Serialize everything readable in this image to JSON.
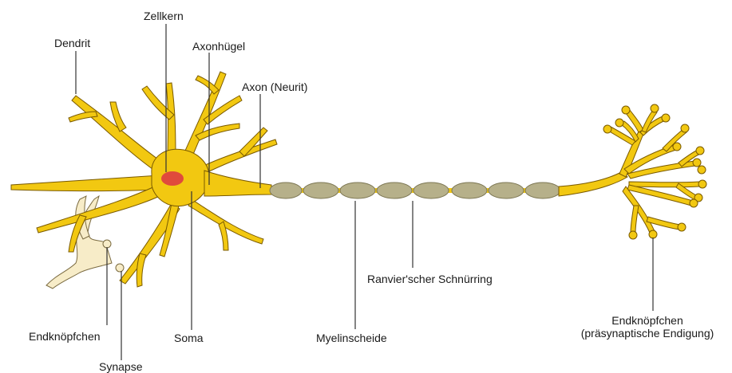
{
  "colors": {
    "neuron_fill": "#f2c811",
    "neuron_stroke": "#7a5a00",
    "nucleus": "#e04a3c",
    "myelin_fill": "#b6b08a",
    "myelin_stroke": "#7d7754",
    "leader_line": "#333333",
    "other_cell_fill": "#f7ecc8",
    "other_cell_stroke": "#7a6a40"
  },
  "labels": {
    "zellkern": "Zellkern",
    "dendrit": "Dendrit",
    "axonhuegel": "Axonhügel",
    "axon": "Axon (Neurit)",
    "ranvier": "Ranvier'scher Schnürring",
    "endknoepfchen_left": "Endknöpfchen",
    "soma": "Soma",
    "myelinscheide": "Myelinscheide",
    "synapse": "Synapse",
    "endknoepfchen_right_line1": "Endknöpfchen",
    "endknoepfchen_right_line2": "(präsynaptische Endigung)"
  }
}
